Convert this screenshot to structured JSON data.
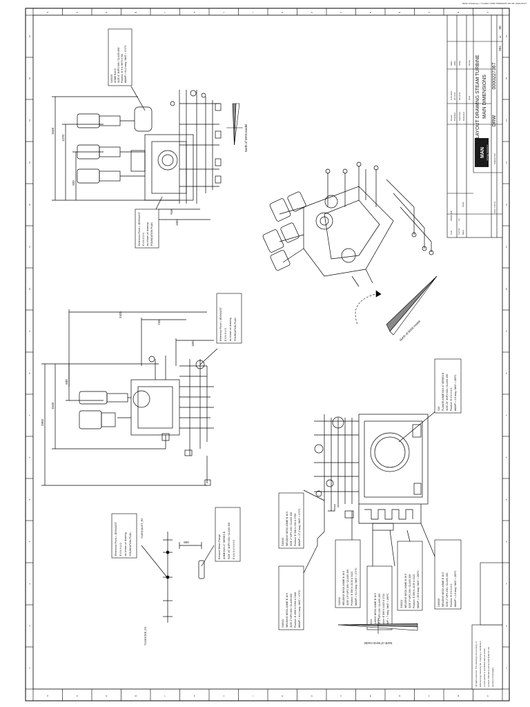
{
  "header_strip": "Martin Kristiansen / 7.6.2022 / DRW 7000022367 001 00 / 2022-06-07",
  "title_block": {
    "company": "MAN",
    "company_sub": "Energy Solutions",
    "title_line1": "LAYOUT DRAWING STEAM TURBINE",
    "title_line2": "MAIN DIMENSIONS",
    "doc_type": "DRW",
    "doc_number": "0000227367",
    "sheet": "001",
    "revision": "00",
    "rev_prefix": "00",
    "mass_label": "Mass",
    "scale_label": "Scale",
    "format_label": "Format",
    "format_value": "A2",
    "cad_label": "CAD",
    "cad_value": "PDMS 30B",
    "drawn_label": "Drawn",
    "checked_label": "Checked",
    "approved_label": "Approved",
    "released_label": "Released",
    "date_header": "Date",
    "name_header": "Name",
    "rows": [
      {
        "role": "Drawn",
        "date": "6.10.2021",
        "name": "MKR"
      },
      {
        "role": "Checked",
        "date": "20.10.21",
        "name": "HMO"
      },
      {
        "role": "Approved",
        "date": "20.10.21",
        "name": "HMO"
      }
    ],
    "side_number": "7000227367",
    "plot": "PDF 7 A5 A1"
  },
  "border": {
    "top_numbers": [
      "16",
      "15",
      "14",
      "13",
      "12",
      "11",
      "10",
      "9",
      "8",
      "7",
      "6",
      "5",
      "4",
      "3",
      "2",
      "1"
    ],
    "left_letters": [
      "A",
      "B",
      "C",
      "D",
      "E",
      "F",
      "G",
      "H",
      "I",
      "J",
      "K",
      "L",
      "M",
      "N",
      "O",
      "P"
    ],
    "bottom_letters": [
      "A",
      "B",
      "C",
      "D",
      "E",
      "F",
      "G",
      "H",
      "I",
      "J",
      "K",
      "L",
      "M",
      "N",
      "O",
      "P"
    ]
  },
  "callouts": {
    "s10015": [
      "S10015",
      "ASME B16.5",
      "SIZE 8\" 3NPS 600 / CLASS 600",
      "Position: E 9 N 9579 1765",
      "MAWP = 61.2 barg / MAT = 474°C"
    ],
    "ref_top": [
      "Reference Point = 4EXHAUST",
      "E 0 N 0 U 0",
      "as shown on drawing",
      "FOUNDATION PLAN"
    ],
    "ref_mid": [
      "Reference Point = 4EXHAUST",
      "E 0 N 0 U 0",
      "as shown on drawing",
      "FOUNDATION PLAN"
    ],
    "ref_bot": [
      "Reference Point = 4EXHAUST",
      "E 0 N 0 U 0",
      "as shown on drawing",
      "FOUNDATION PLAN"
    ],
    "exhaust": [
      "Exhaust Steam Flange",
      "ASME B16.47 SERIES B",
      "SIZE 26\" 3NPS 150 / CLASS 150",
      "E 0 N 0 U 0 0 0 0"
    ],
    "flange_top": [
      "S10",
      "FLANGE ASME B16.47 SERIES B",
      "SIZE 26\" 3NPS 600 / CLASS 150",
      "Position: E 0 N 0 U 0",
      "MAWP = 2.8 barg / MAT = 280°C"
    ],
    "s10013": [
      "S10013",
      "WELDING NECK ASME B 16.5",
      "SIZE 2\" NPS 150 / CLASS 150",
      "Position: E 398 N 200 U 3755",
      "MAWP = 17.2 barg / MAT = 474°C"
    ],
    "s10011": [
      "S10011",
      "WELDING NECK ASME B 16.5",
      "SIZE 3\" NPS 600 / CLASS 600",
      "Position: E 2600 N 1060 U 3168",
      "MAWP = 61.2 barg / MAT = 474°C"
    ],
    "s10012": [
      "S10012",
      "WELDING NECK ASME B 16.5",
      "SIZE 1.5\" NPS 300 / CLASS 300",
      "Position: E 550 N 2135 U 3123",
      "MAWP = 61.2 barg / MAT = 474°C"
    ],
    "s10022": [
      "S10022",
      "WELDING NECK ASME B 16.5",
      "SIZE 2\" NPS 150 / CLASS 150",
      "Position: E 599 N 1315 U 1711",
      "MAWP = 7 barg / MAT = 280°C"
    ],
    "s10021": [
      "S10021",
      "WELDING NECK ASME B 16.5",
      "SIZE 3\" NPS 300 / CLASS 300",
      "Position: E 559 N 2135 U 2123",
      "MAWP = 28.8 barg / MAT = 280°C"
    ],
    "s10020": [
      "S10020",
      "WELDING NECK ASME B 16.5",
      "SIZE 2\" NPS 150 / CLASS 150",
      "Position: E 0 N 0 U 0",
      "MAWP = 2.8 barg / MAT = 280°C"
    ]
  },
  "dimensions": {
    "d1648": "1648",
    "d1270": "1270",
    "d920": "920",
    "d916": "916",
    "d1601": "1601",
    "d2425": "2425",
    "d745": "745",
    "d1691": "1691",
    "d830": "830",
    "d1548": "1548",
    "d2902": "2902",
    "d800": "800"
  },
  "labels": {
    "north_top": "North of MAN model",
    "north_iso": "North of MAN model",
    "north_bottom": "North of MAN model",
    "plan_top": "TS/EXHAUST_RS",
    "plan_bottom": "TS/CENTER_RS"
  },
  "notes": [
    "All rights reserved. This drawing is the property of",
    "MAN Energy Solutions SE. Copying or distribution",
    "to third parties is prohibited without written",
    "consent. Offenders will be held liable for the",
    "payment of damages."
  ]
}
